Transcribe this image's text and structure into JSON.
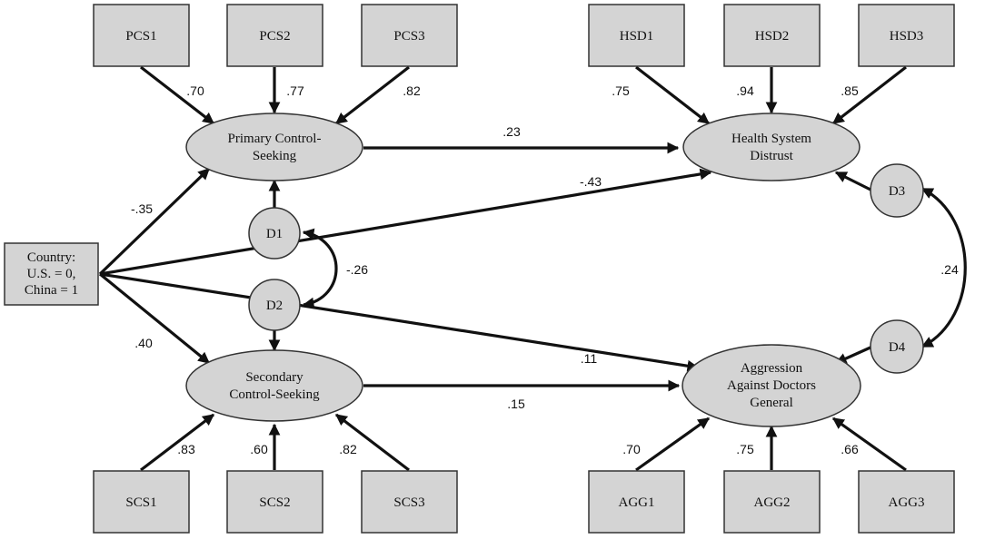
{
  "indicators": {
    "pcs1": "PCS1",
    "pcs2": "PCS2",
    "pcs3": "PCS3",
    "hsd1": "HSD1",
    "hsd2": "HSD2",
    "hsd3": "HSD3",
    "scs1": "SCS1",
    "scs2": "SCS2",
    "scs3": "SCS3",
    "agg1": "AGG1",
    "agg2": "AGG2",
    "agg3": "AGG3"
  },
  "latents": {
    "primary": [
      "Primary Control-",
      "Seeking"
    ],
    "secondary": [
      "Secondary",
      "Control-Seeking"
    ],
    "distrust": [
      "Health System",
      "Distrust"
    ],
    "aggression": [
      "Aggression",
      "Against Doctors",
      "General"
    ]
  },
  "country": [
    "Country:",
    "U.S. = 0,",
    "China = 1"
  ],
  "disturbances": {
    "d1": "D1",
    "d2": "D2",
    "d3": "D3",
    "d4": "D4"
  },
  "coefficients": {
    "pcs1": ".70",
    "pcs2": ".77",
    "pcs3": ".82",
    "hsd1": ".75",
    "hsd2": ".94",
    "hsd3": ".85",
    "scs1": ".83",
    "scs2": ".60",
    "scs3": ".82",
    "agg1": ".70",
    "agg2": ".75",
    "agg3": ".66",
    "country_primary": "-.35",
    "country_secondary": ".40",
    "country_distrust": "-.43",
    "country_aggression": ".11",
    "primary_distrust": ".23",
    "secondary_aggression": ".15",
    "d1_d2": "-.26",
    "d3_d4": ".24"
  }
}
